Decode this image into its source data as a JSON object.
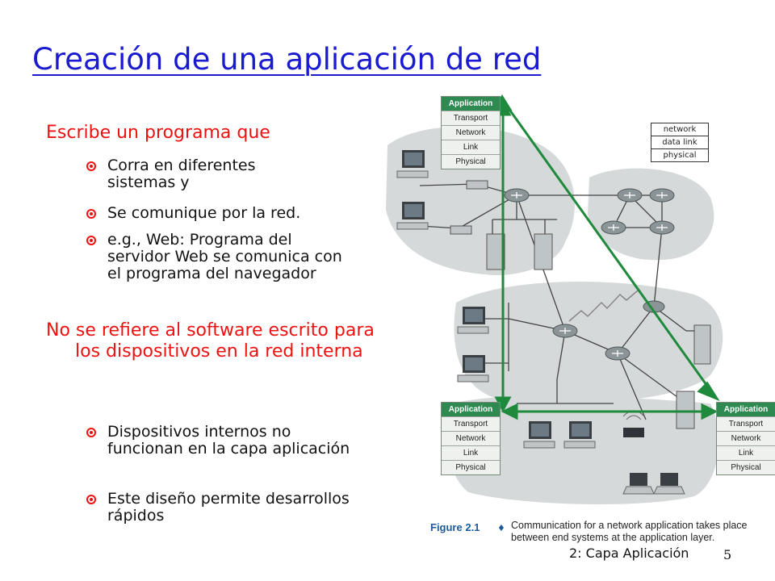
{
  "slide": {
    "title": "Creación de una aplicación de red",
    "point1": "Escribe un programa que",
    "point1_subs": [
      "Corra en diferentes sistemas y",
      "Se comunique por la red.",
      "e.g., Web: Programa del servidor Web se comunica con el programa del navegador"
    ],
    "point2": "No se refiere al software escrito para los dispositivos en la red interna",
    "point2_subs": [
      "Dispositivos internos no funcionan en la capa aplicación",
      "Este diseño permite desarrollos rápidos"
    ],
    "footer": "2: Capa Aplicación",
    "page_number": "5"
  },
  "figure": {
    "legend": [
      "network",
      "data link",
      "physical"
    ],
    "stack_layers": [
      "Application",
      "Transport",
      "Network",
      "Link",
      "Physical"
    ],
    "caption_label": "Figure 2.1",
    "caption_text": "Communication for a network application takes place between end systems at the application layer.",
    "colors": {
      "link": "#1f8a3c",
      "region": "#dadcdc",
      "accent": "#2f8a52"
    }
  }
}
